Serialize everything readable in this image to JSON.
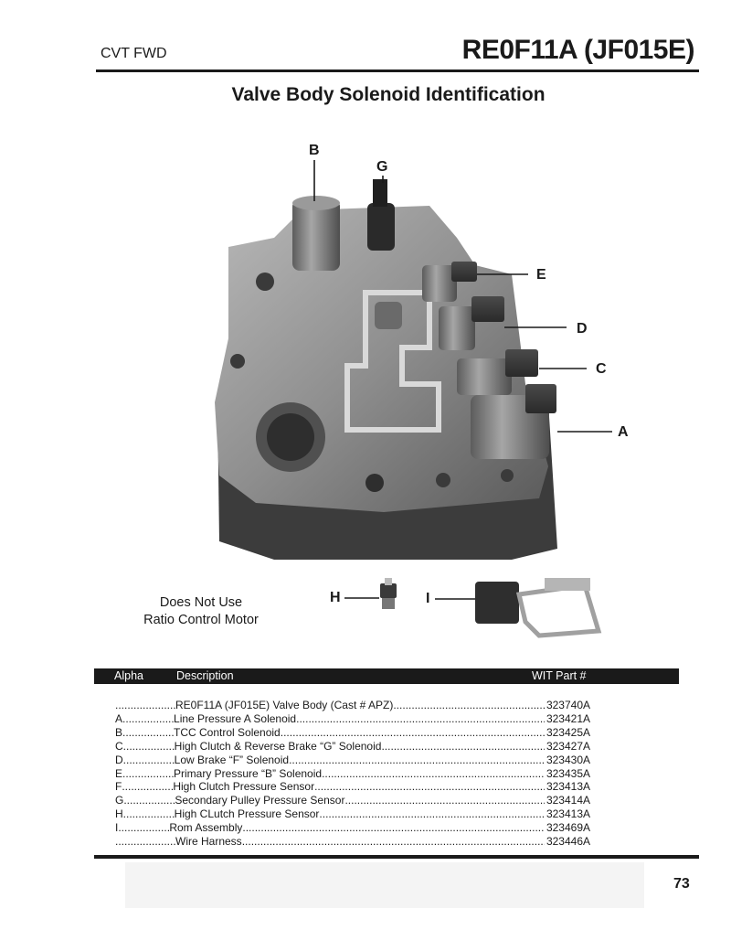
{
  "header": {
    "left_text": "CVT FWD",
    "model": "RE0F11A (JF015E)"
  },
  "page_title": "Valve Body Solenoid Identification",
  "callouts": {
    "b": "B",
    "g": "G",
    "e": "E",
    "d": "D",
    "c": "C",
    "a": "A",
    "h": "H",
    "i": "I"
  },
  "note": {
    "line1": "Does Not Use",
    "line2": "Ratio Control Motor"
  },
  "table": {
    "headers": [
      "Alpha",
      "Description",
      "WIT Part #"
    ],
    "rows": [
      {
        "alpha": "",
        "description": "RE0F11A (JF015E) Valve Body (Cast # APZ)",
        "part": "323740A"
      },
      {
        "alpha": "A",
        "description": "Line Pressure A Solenoid",
        "part": "323421A"
      },
      {
        "alpha": "B",
        "description": "TCC Control Solenoid",
        "part": "323425A"
      },
      {
        "alpha": "C",
        "description": "High Clutch & Reverse Brake “G” Solenoid",
        "part": "323427A"
      },
      {
        "alpha": "D",
        "description": "Low Brake “F” Solenoid",
        "part": "323430A"
      },
      {
        "alpha": "E",
        "description": "Primary Pressure “B” Solenoid",
        "part": "323435A"
      },
      {
        "alpha": "F",
        "description": "High Clutch Pressure Sensor",
        "part": "323413A"
      },
      {
        "alpha": "G",
        "description": "Secondary Pulley Pressure Sensor",
        "part": "323414A"
      },
      {
        "alpha": "H",
        "description": "High CLutch Pressure Sensor",
        "part": "323413A"
      },
      {
        "alpha": "I",
        "description": "Rom Assembly",
        "part": "323469A"
      },
      {
        "alpha": "",
        "description": "Wire Harness",
        "part": "323446A"
      }
    ]
  },
  "page_number": "73"
}
